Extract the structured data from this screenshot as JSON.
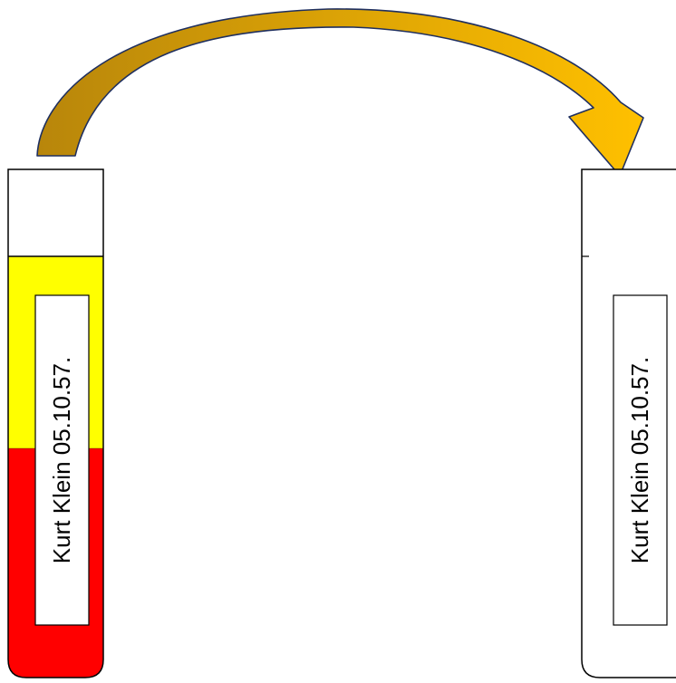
{
  "source_tube": {
    "label": "Kurt Klein 05.10.57.",
    "contents": [
      "empty",
      "yellow",
      "red"
    ],
    "colors": {
      "yellow": "#FFFF00",
      "red": "#FF0000"
    }
  },
  "target_tube": {
    "label": "Kurt Klein 05.10.57.",
    "contents": [
      "empty"
    ]
  },
  "transfer_arrow": {
    "icon": "curved-arrow-icon",
    "gradient_start": "#B8860B",
    "gradient_end": "#FFC000"
  }
}
